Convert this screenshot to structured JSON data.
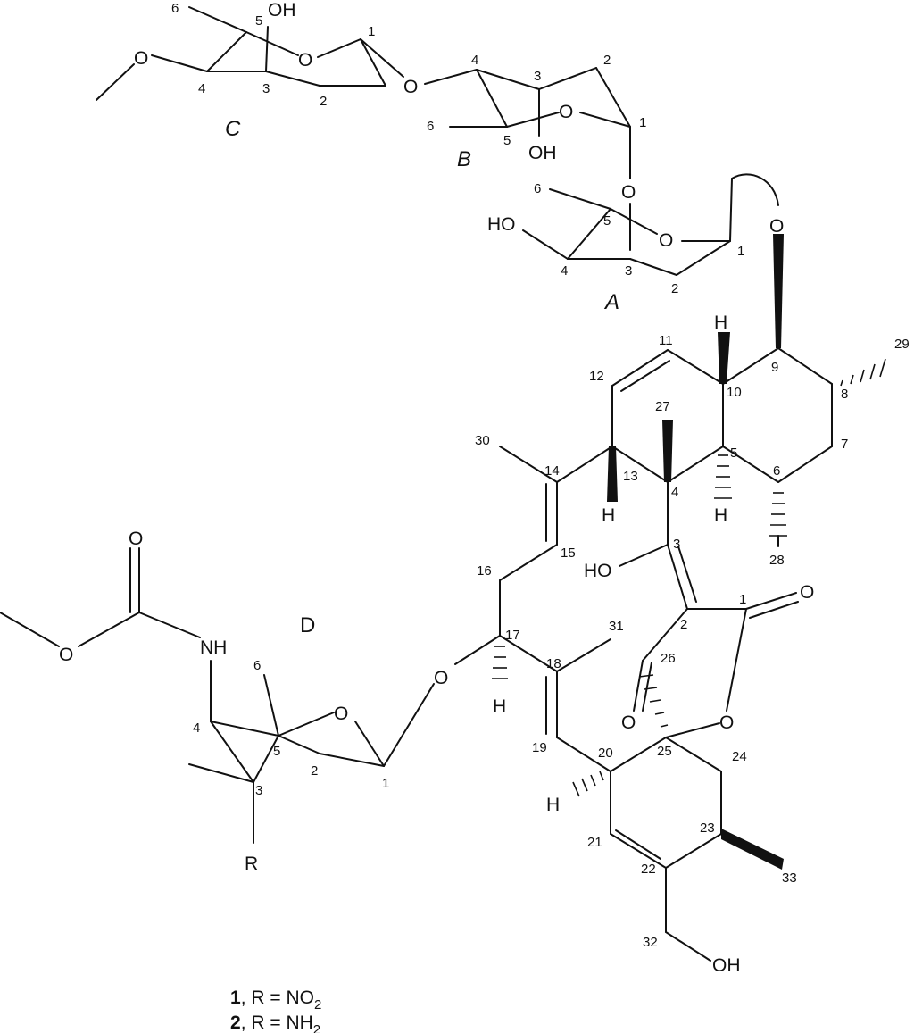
{
  "figure": {
    "sugar_rings": {
      "A": "A",
      "B": "B",
      "C": "C",
      "D": "D"
    },
    "atoms": {
      "O": "O",
      "OH": "OH",
      "HO": "HO",
      "H": "H",
      "NH": "NH",
      "R": "R"
    },
    "ring_C_numbers": [
      "1",
      "2",
      "3",
      "4",
      "5",
      "6"
    ],
    "ring_B_numbers": [
      "1",
      "2",
      "3",
      "4",
      "5",
      "6"
    ],
    "ring_A_numbers": [
      "1",
      "2",
      "3",
      "4",
      "5",
      "6"
    ],
    "ring_D_numbers": [
      "1",
      "2",
      "3",
      "4",
      "5",
      "6"
    ],
    "aglycone_numbers": [
      "1",
      "2",
      "3",
      "4",
      "5",
      "6",
      "7",
      "8",
      "9",
      "10",
      "11",
      "12",
      "13",
      "14",
      "15",
      "16",
      "17",
      "18",
      "19",
      "20",
      "21",
      "22",
      "23",
      "24",
      "25",
      "26",
      "27",
      "28",
      "29",
      "30",
      "31",
      "32",
      "33"
    ],
    "captions": [
      {
        "compound": "1",
        "text": ", R = NO",
        "subscript": "2"
      },
      {
        "compound": "2",
        "text": ", R = NH",
        "subscript": "2"
      }
    ]
  }
}
